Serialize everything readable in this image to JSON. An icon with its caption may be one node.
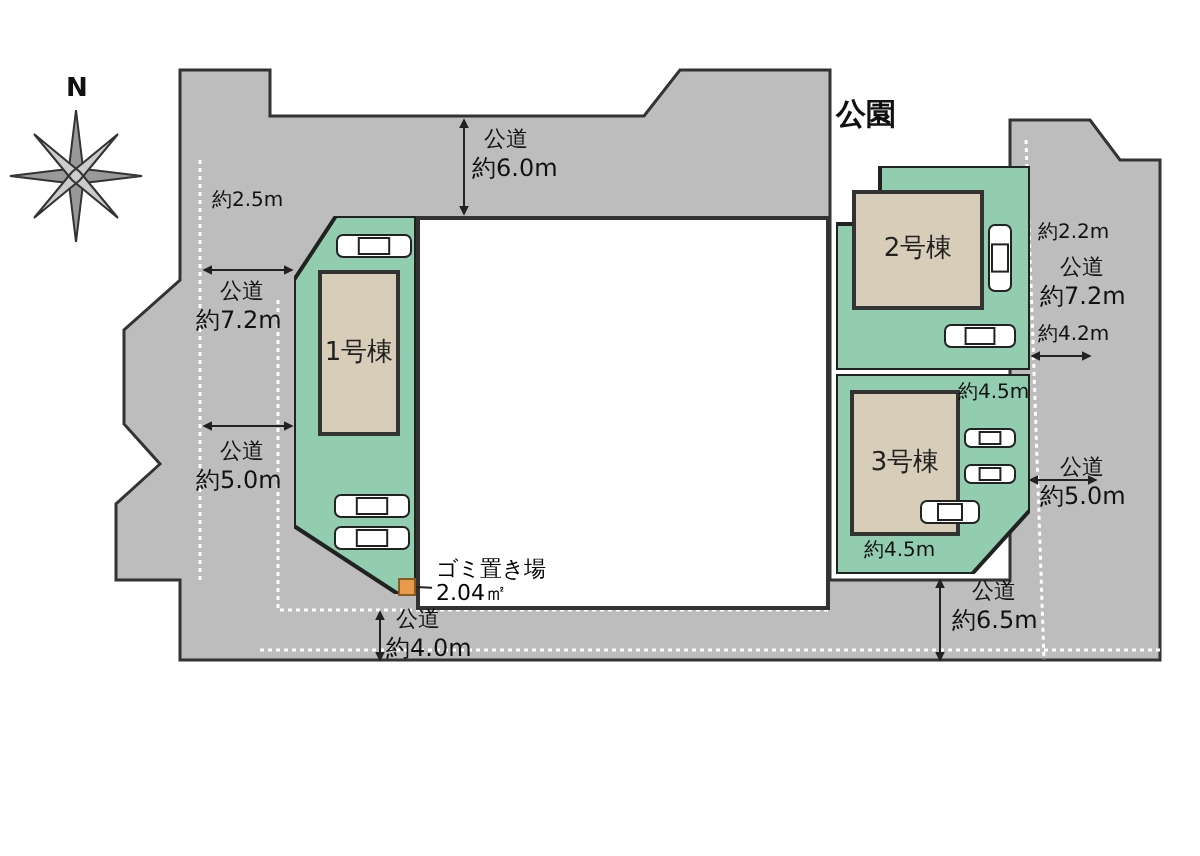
{
  "diagram": {
    "nodes": [
      {
        "text": [],
        "shape": "box"
      },
      {
        "text": [
          "1号棟"
        ],
        "in": 0
      },
      {
        "text": [],
        "shape": "box"
      },
      {
        "text": [],
        "shape": "box"
      },
      {
        "text": [
          "2号棟"
        ],
        "in": 3
      },
      {
        "text": [],
        "shape": "box"
      },
      {
        "text": [
          "3号棟"
        ],
        "in": 5
      },
      {
        "text": [],
        "shape": "box",
        "in": 0
      },
      {
        "text": [
          "ゴミ置き場",
          "2.04㎡"
        ],
        "in": 2
      }
    ],
    "edges": [
      {
        "from": 8,
        "to": 7,
        "arrow": "none"
      }
    ],
    "labels": [
      "N",
      "公園",
      "公道",
      "約6.0m",
      "約2.5m",
      "約2.2m",
      "公道",
      "約7.2m",
      "公道",
      "約7.2m",
      "約4.2m",
      "約4.5m",
      "公道",
      "約5.0m",
      "公道",
      "約5.0m",
      "約4.5m",
      "公道",
      "約6.5m",
      "公道",
      "約4.0m"
    ]
  }
}
